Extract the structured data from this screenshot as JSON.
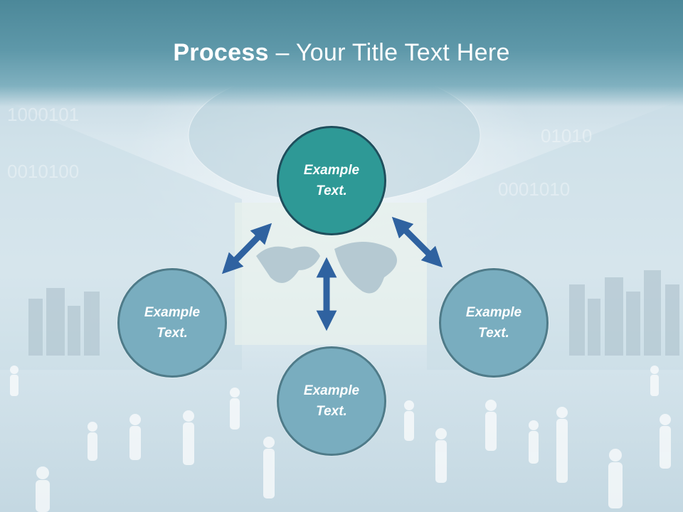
{
  "slide": {
    "title_bold": "Process",
    "title_rest": " – Your Title Text Here"
  },
  "nodes": {
    "top": {
      "line1": "Example",
      "line2": "Text."
    },
    "left": {
      "line1": "Example",
      "line2": "Text."
    },
    "right": {
      "line1": "Example",
      "line2": "Text."
    },
    "bottom": {
      "line1": "Example",
      "line2": "Text."
    }
  },
  "colors": {
    "title_band": "#5e98a9",
    "top_circle": "#2e9996",
    "other_circles": "#79adbf",
    "arrow": "#2f62a0"
  },
  "icons": [
    "double-arrow-icon"
  ]
}
